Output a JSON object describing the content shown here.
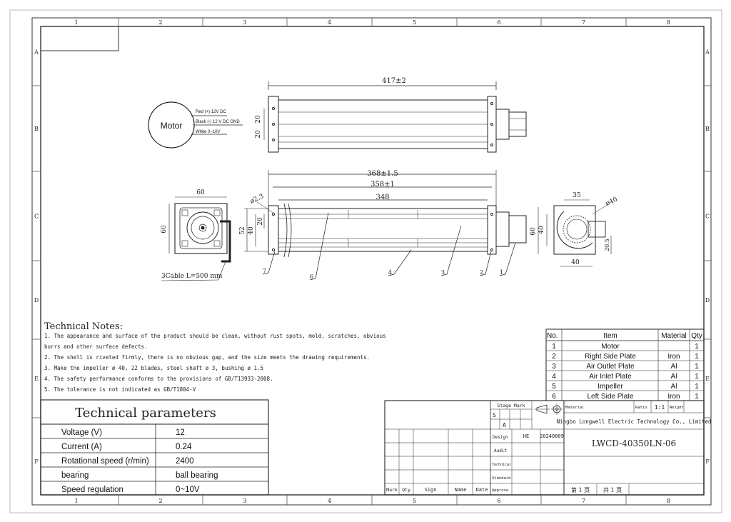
{
  "frame": {
    "columns": [
      "1",
      "2",
      "3",
      "4",
      "5",
      "6",
      "7",
      "8"
    ],
    "rows": [
      "A",
      "B",
      "C",
      "D",
      "E",
      "F"
    ]
  },
  "motor": {
    "label": "Motor",
    "wires": [
      "Red (+) 12V DC",
      "Black (-) 12 V DC GND",
      "White 0~10V"
    ]
  },
  "dims": {
    "top_length": "417±2",
    "top_h1": "20",
    "top_h2": "20",
    "len_368": "368±1.5",
    "len_358": "358±1",
    "len_348": "348",
    "dia_small": "ø2.3",
    "h_52": "52",
    "h_40": "40",
    "h_20": "20",
    "left_w": "60",
    "left_h": "60",
    "cable": "3Cable L=500 mm",
    "right_w": "35",
    "right_dia": "ø40",
    "right_h60": "60",
    "right_h40": "40",
    "right_b40": "40",
    "right_205": "20.5"
  },
  "callouts": [
    "7",
    "6",
    "4",
    "3",
    "2",
    "1"
  ],
  "notes": {
    "title": "Technical Notes:",
    "lines": [
      "1. The appearance and surface of the product should be clean, without rust spots, mold, scratches, obvious",
      "burrs and other surface defects.",
      "2. The shell is riveted firmly, there is no obvious gap, and the size meets the drawing requirements.",
      "3. Make the impeller ø 40, 22 blades, steel shaft ø 3, bushing ø 1.5",
      "4. The safety performance conforms to the provisions of GB/T13933-2008.",
      "5. The tolerance is not indicated as GB/T1804-V"
    ]
  },
  "params": {
    "title": "Technical parameters",
    "rows": [
      {
        "k": "Voltage (V)",
        "v": "12"
      },
      {
        "k": "Current  (A)",
        "v": "0.24"
      },
      {
        "k": "Rotational speed   (r/min)",
        "v": "2400"
      },
      {
        "k": "bearing",
        "v": "ball bearing"
      },
      {
        "k": "Speed regulation",
        "v": "0~10V"
      }
    ]
  },
  "bom": {
    "headers": [
      "No.",
      "Item",
      "Material",
      "Qty"
    ],
    "rows": [
      [
        "1",
        "Motor",
        "",
        "1"
      ],
      [
        "2",
        "Right Side Plate",
        "Iron",
        "1"
      ],
      [
        "3",
        "Air Outlet Plate",
        "Al",
        "1"
      ],
      [
        "4",
        "Air Inlet Plate",
        "Al",
        "1"
      ],
      [
        "5",
        "Impeller",
        "Al",
        "1"
      ],
      [
        "6",
        "Left Side Plate",
        "Iron",
        "1"
      ]
    ]
  },
  "title_block": {
    "stage_mark": "Stage Mark",
    "s": "S",
    "a": "A",
    "material": "Material",
    "ratio_label": "Ratio",
    "ratio": "1:1",
    "weight": "Weight",
    "company": "Ningbo Longwell Electric Technology  Co., Limited",
    "design_label": "Design",
    "designer": "HE",
    "date": "20240809",
    "audit": "Audit",
    "technical": "Technical",
    "standard": "Standard",
    "approve": "Approve",
    "part_no": "LWCD-40350LN-06",
    "mark": "Mark",
    "qty": "Qty",
    "sign": "Sign",
    "name": "Name",
    "date_label": "Date",
    "sheet": "第 1 页",
    "total": "共 1 页"
  }
}
